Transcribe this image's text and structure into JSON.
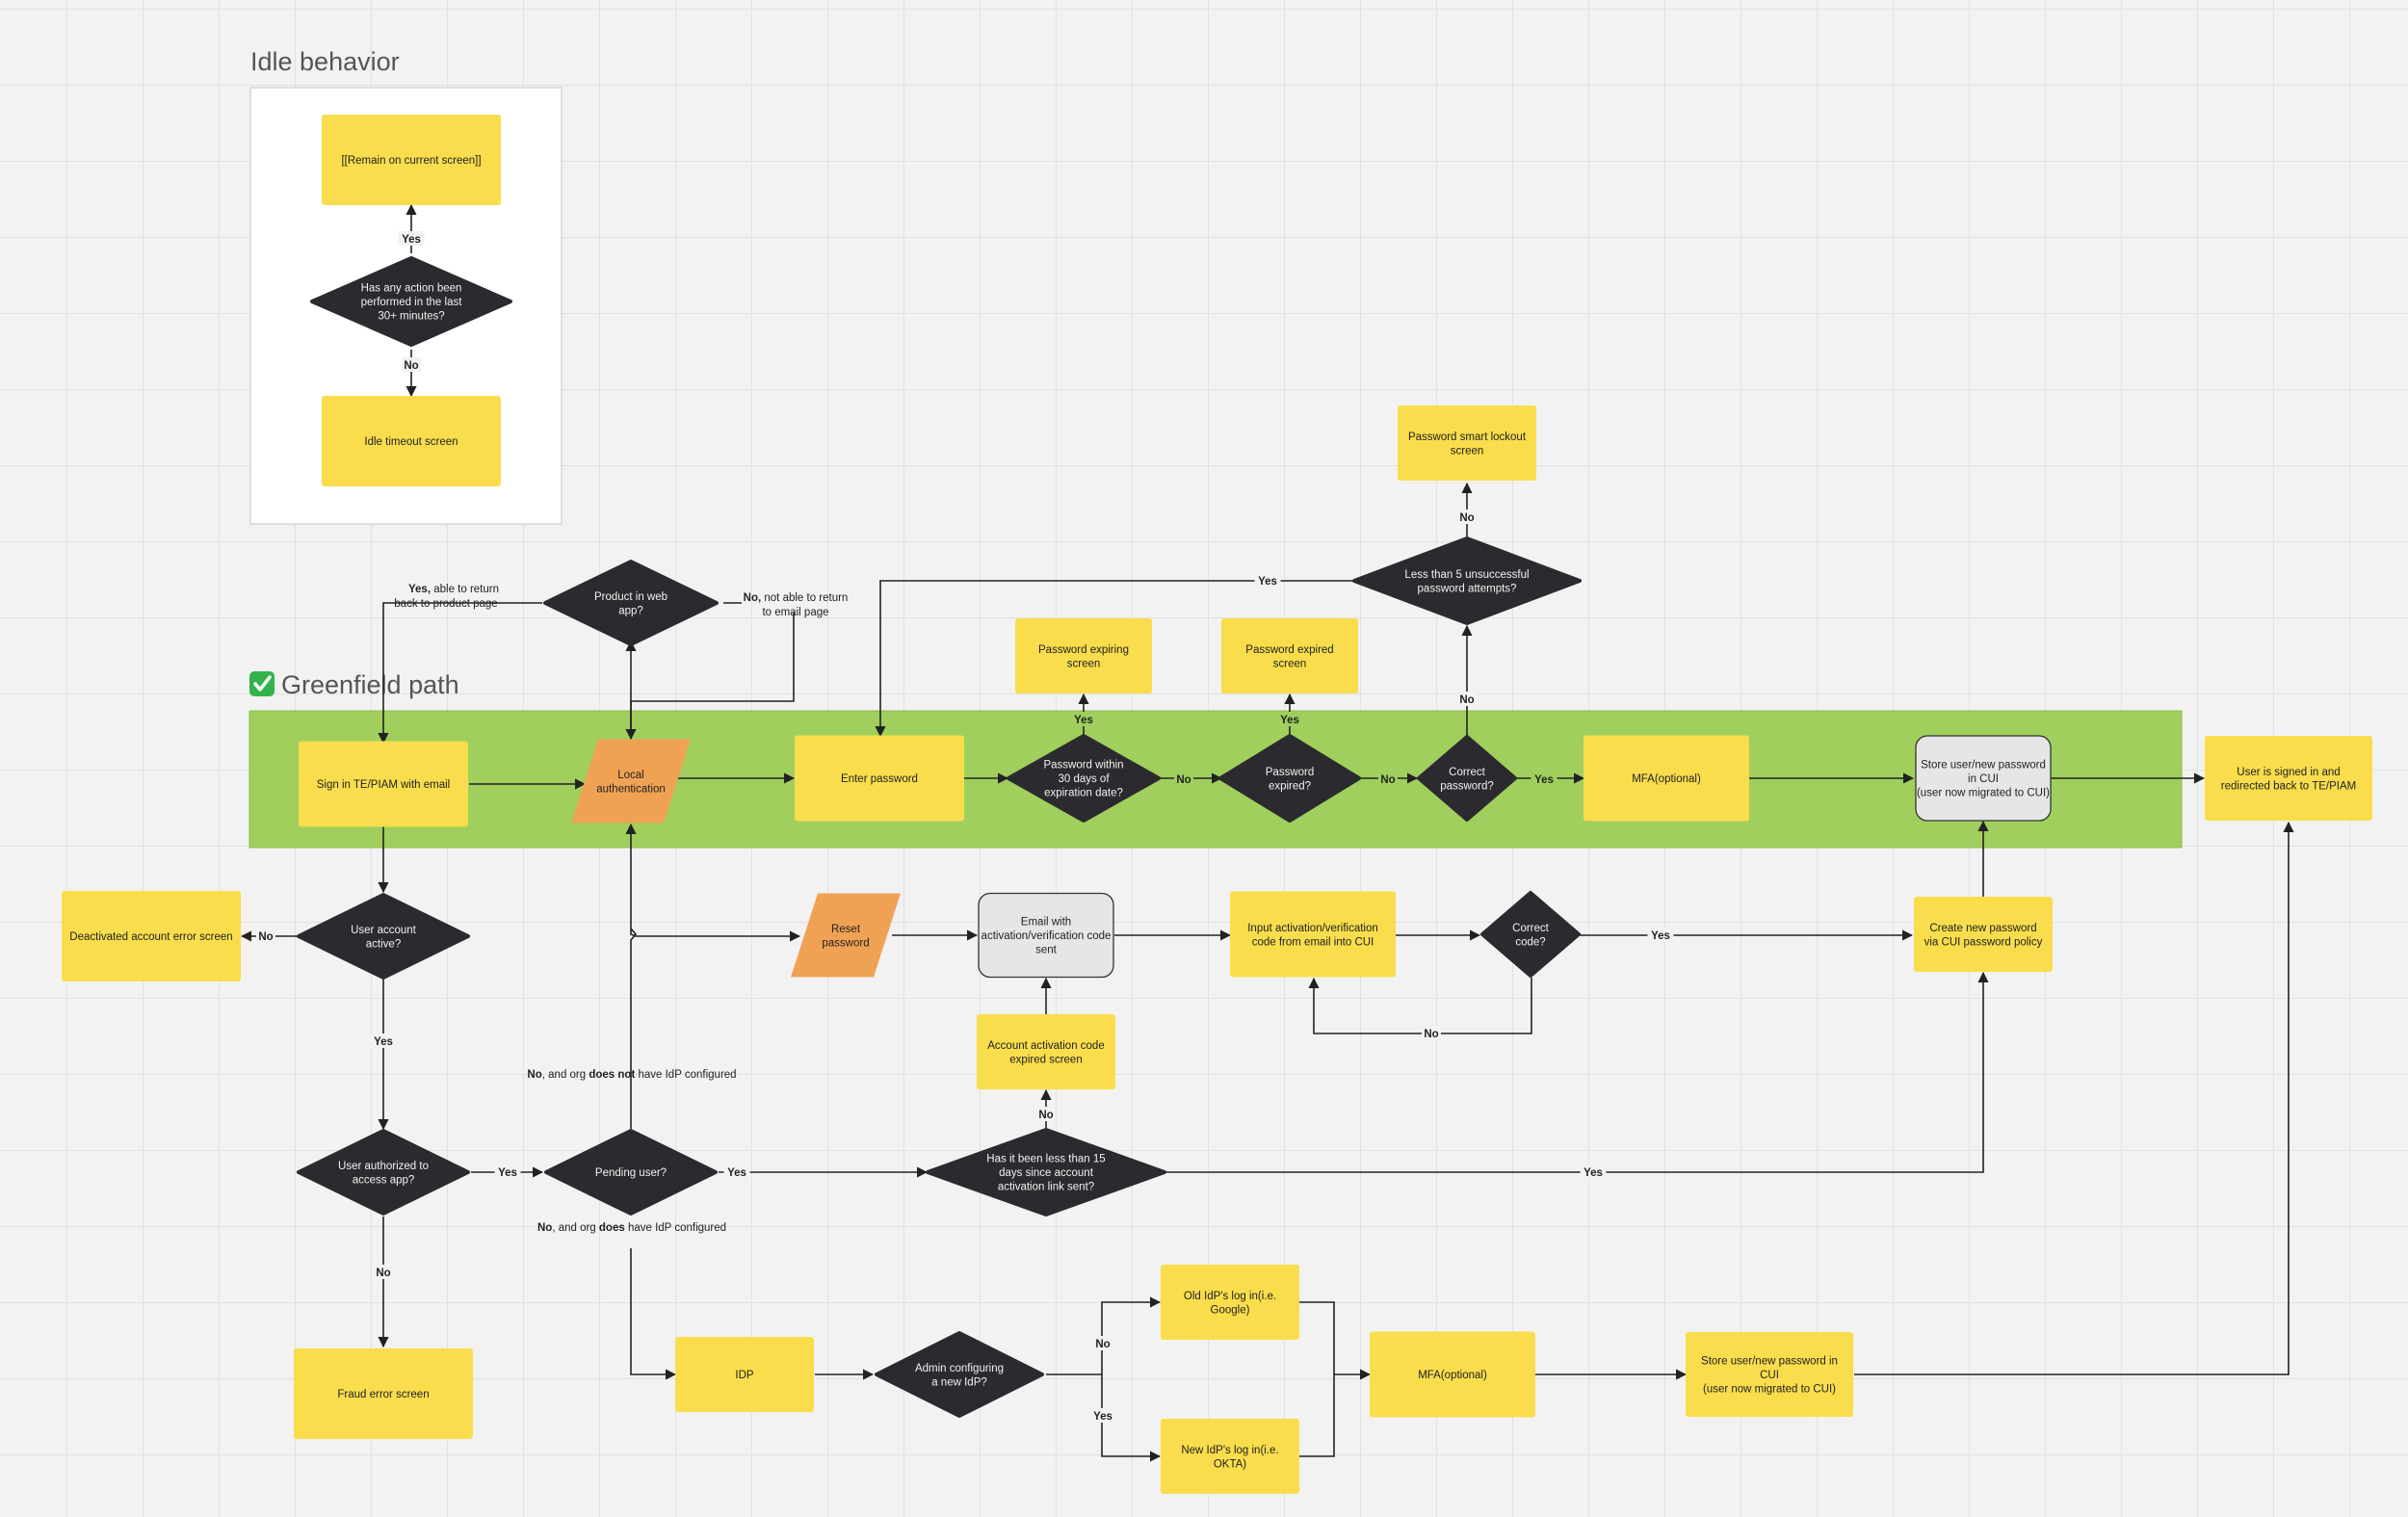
{
  "frames": {
    "idle": {
      "title": "Idle behavior"
    },
    "greenfield": {
      "title": "Greenfield path",
      "emoji": "✅"
    }
  },
  "colors": {
    "canvas": "#f2f2f2",
    "grid": "#e1e1e1",
    "sticky_yellow": "#f9dd4c",
    "decision_dark": "#2b2b2f",
    "io_orange": "#f0a254",
    "process_gray": "#e6e6e6",
    "greenfield_band": "#a0cf5d",
    "edge": "#222222"
  },
  "nodes": {
    "remain_current": "[[Remain on current screen]]",
    "idle_question": "Has any action been\nperformed in the last\n30+ minutes?",
    "idle_timeout": "Idle timeout screen",
    "sign_in": "Sign in TE/PIAM with email",
    "product_web_app": "Product in web\napp?",
    "local_auth": "Local\nauthentication",
    "enter_password": "Enter password",
    "pwd_within_30": "Password within\n30 days of\nexpiration date?",
    "pwd_expiring_screen": "Password expiring\nscreen",
    "pwd_expired_q": "Password\nexpired?",
    "pwd_expired_screen": "Password expired\nscreen",
    "correct_password": "Correct\npassword?",
    "less_than_5": "Less than 5 unsuccessful\npassword attempts?",
    "smart_lockout": "Password smart lockout\nscreen",
    "mfa_1": "MFA(optional)",
    "store_user_1": "Store user/new password\nin CUI\n(user now migrated to CUI)",
    "signed_in": "User is signed in and\nredirected back to TE/PIAM",
    "account_active": "User account\nactive?",
    "deactivated": "Deactivated account error screen",
    "reset_password": "Reset\npassword",
    "email_code": "Email with\nactivation/verification code\nsent",
    "input_code": "Input activation/verification\ncode from email into CUI",
    "correct_code": "Correct\ncode?",
    "create_password": "Create new password\nvia CUI password policy",
    "activation_expired": "Account activation code\nexpired screen",
    "authorized": "User authorized to\naccess app?",
    "pending_user": "Pending user?",
    "less_15_days": "Has it been less than 15\ndays since account\nactivation link sent?",
    "fraud": "Fraud error screen",
    "idp": "IDP",
    "admin_new_idp": "Admin configuring\na new IdP?",
    "old_idp": "Old IdP's log in(i.e.\nGoogle)",
    "new_idp": "New IdP's log in(i.e.\nOKTA)",
    "mfa_2": "MFA(optional)",
    "store_user_2": "Store user/new password in\nCUI\n(user now migrated to CUI)"
  },
  "edge_labels": {
    "yes": "Yes",
    "no": "No"
  },
  "notes": {
    "yes_return_bold": "Yes,",
    "yes_return_rest": " able to return",
    "yes_return_line2": "back to product page",
    "no_return_bold": "No,",
    "no_return_rest": " not able to return",
    "no_return_line2": "to email page",
    "no_org_not_a": "No",
    "no_org_not_b": ", and org ",
    "no_org_not_c": "does not",
    "no_org_not_d": " have IdP configured",
    "no_org_does_a": "No",
    "no_org_does_b": ", and org ",
    "no_org_does_c": "does",
    "no_org_does_d": " have IdP configured"
  }
}
